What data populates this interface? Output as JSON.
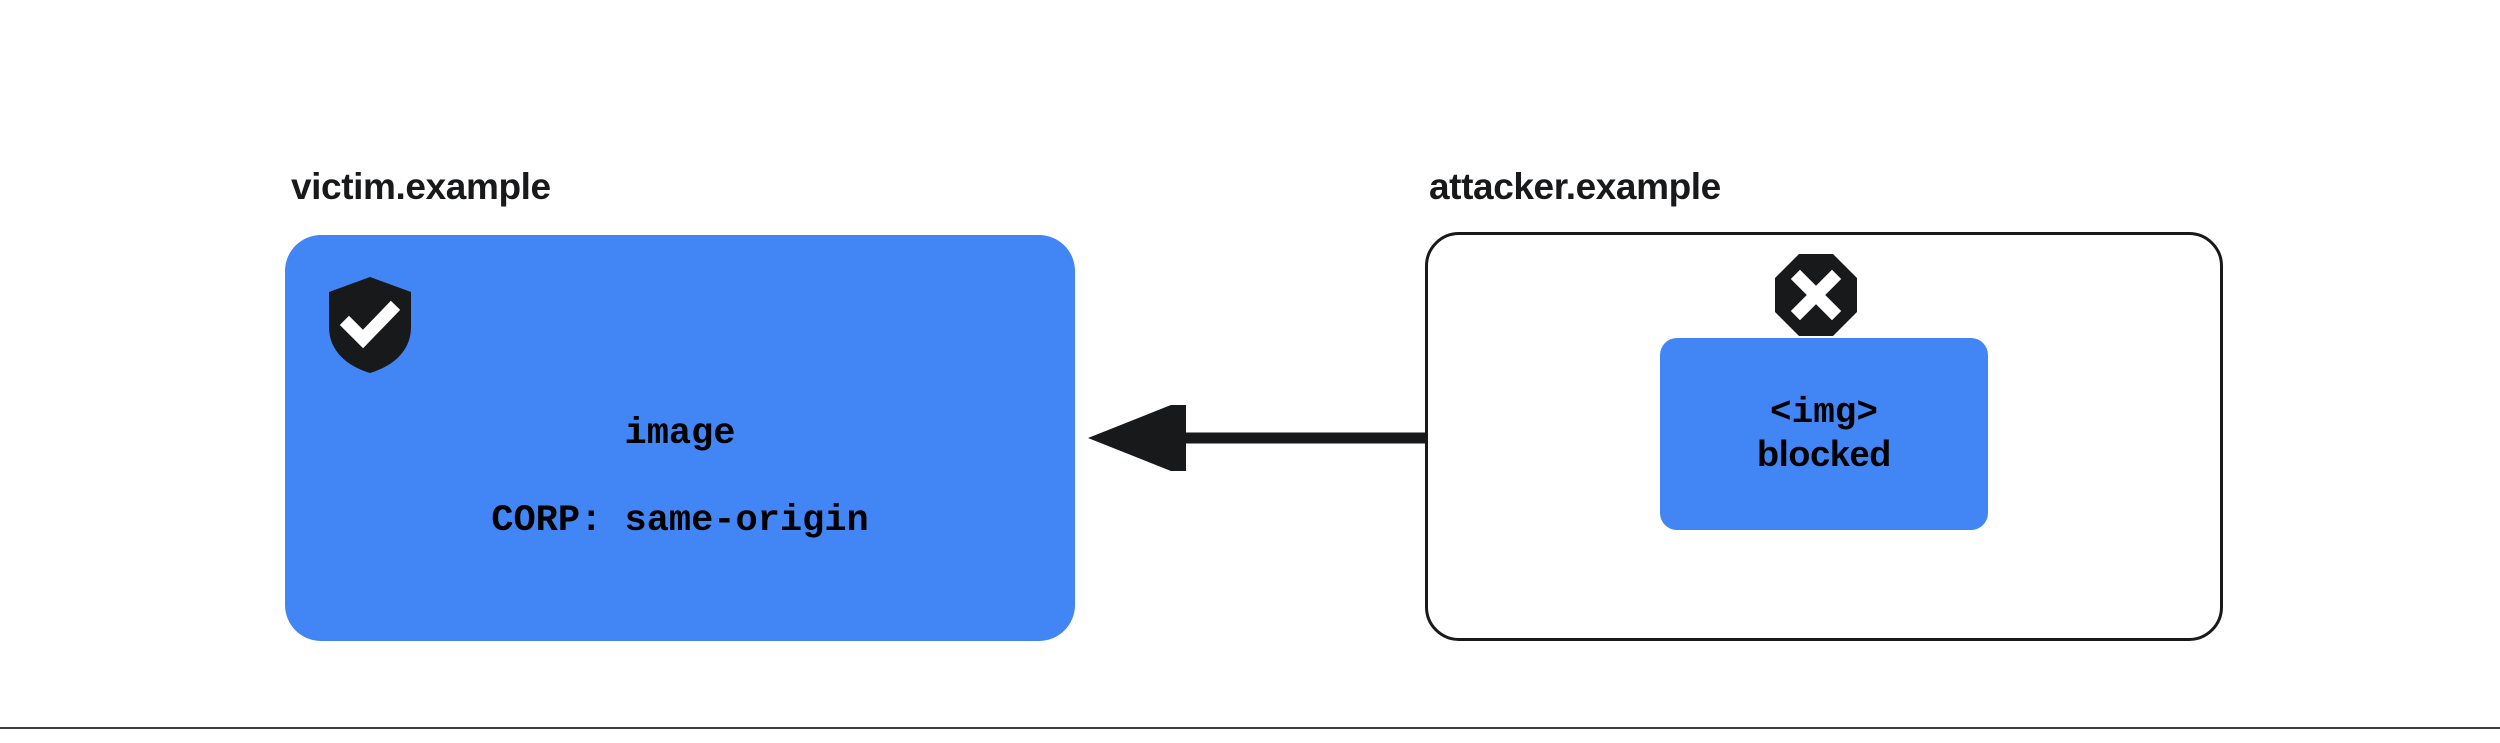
{
  "diagram": {
    "title_left": "victim.example",
    "title_right": "attacker.example",
    "colors": {
      "accent_blue": "#4285f4",
      "ink": "#18191b",
      "background": "#ffffff",
      "rule": "#3c3c3c"
    }
  },
  "victim": {
    "label": "victim.example",
    "icon": "shield-check-icon",
    "resource_line": "image",
    "header_line": "CORP: same-origin"
  },
  "attacker": {
    "label": "attacker.example",
    "icon": "octagon-x-icon",
    "element_tag": "<img>",
    "status": "blocked"
  },
  "arrow": {
    "name": "blocked-request-arrow",
    "direction": "right-to-left"
  }
}
